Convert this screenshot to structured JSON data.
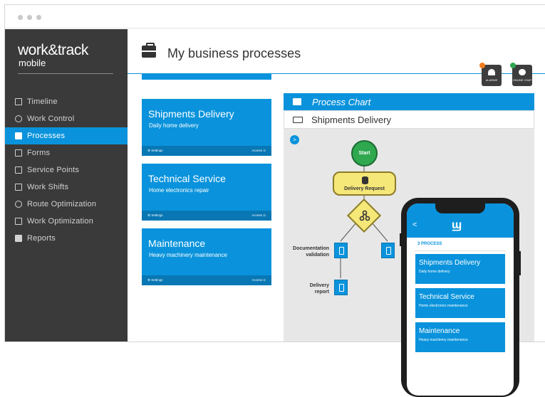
{
  "app": {
    "logo_main": "work&track",
    "logo_sub": "mobile"
  },
  "sidebar": {
    "items": [
      {
        "label": "Timeline",
        "icon": "timeline-icon"
      },
      {
        "label": "Work Control",
        "icon": "crosshair-icon"
      },
      {
        "label": "Processes",
        "icon": "briefcase-icon",
        "active": true
      },
      {
        "label": "Forms",
        "icon": "form-icon"
      },
      {
        "label": "Service Points",
        "icon": "map-icon"
      },
      {
        "label": "Work Shifts",
        "icon": "calendar-icon"
      },
      {
        "label": "Route Optimization",
        "icon": "shuffle-icon"
      },
      {
        "label": "Work Optimization",
        "icon": "grid-icon"
      },
      {
        "label": "Reports",
        "icon": "report-icon"
      }
    ]
  },
  "header": {
    "title": "My business processes"
  },
  "widgets": {
    "alarms": {
      "label": "ALARMS",
      "badge_color": "#f07d1f"
    },
    "chat": {
      "label": "ONLINE CHAT",
      "badge_color": "#2fa84f"
    }
  },
  "processes": [
    {
      "title": "Shipments Delivery",
      "subtitle": "Daily home delivery",
      "settings": "Settings",
      "access": "Access"
    },
    {
      "title": "Technical Service",
      "subtitle": "Home electronics repair",
      "settings": "Settings",
      "access": "Access"
    },
    {
      "title": "Maintenance",
      "subtitle": "Heavy machinery maintenance",
      "settings": "Settings",
      "access": "Access"
    }
  ],
  "chart": {
    "header": "Process Chart",
    "process_name": "Shipments Delivery",
    "nodes": {
      "start": "Start",
      "task": "Delivery Request",
      "doc_validation_1": "Documentation",
      "doc_validation_2": "validation",
      "delivery_report_1": "Delivery",
      "delivery_report_2": "report"
    }
  },
  "phone": {
    "count": "3 PROCESS",
    "logo": "ϣ",
    "processes": [
      {
        "title": "Shipments Delivery",
        "subtitle": "Daily home delivery"
      },
      {
        "title": "Technical Service",
        "subtitle": "Home electronics maintenance"
      },
      {
        "title": "Maintenance",
        "subtitle": "Heavy machinery maintenance"
      }
    ]
  },
  "colors": {
    "accent": "#0a93dc",
    "sidebar": "#3a3a3a",
    "start_node": "#2fa84f",
    "task_node": "#f5e778"
  }
}
